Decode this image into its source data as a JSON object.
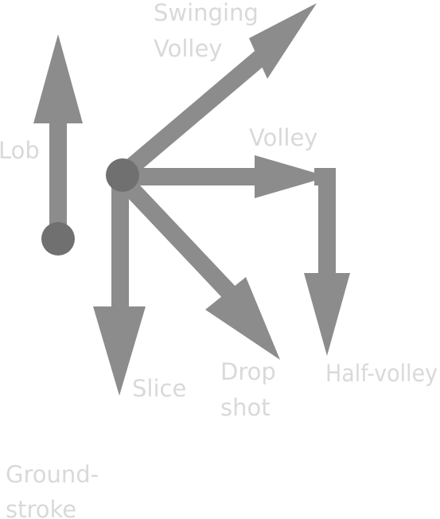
{
  "labels": {
    "swinging_volley_1": "Swinging",
    "swinging_volley_2": "Volley",
    "lob": "Lob",
    "volley": "Volley",
    "slice": "Slice",
    "drop_shot_1": "Drop",
    "drop_shot_2": "shot",
    "half_volley": "Half-volley",
    "groundstroke_1": "Ground-",
    "groundstroke_2": "stroke"
  },
  "colors": {
    "arrow": "#8c8c8c",
    "node": "#707070",
    "label": "#d9d9d9",
    "background": "#ffffff"
  }
}
